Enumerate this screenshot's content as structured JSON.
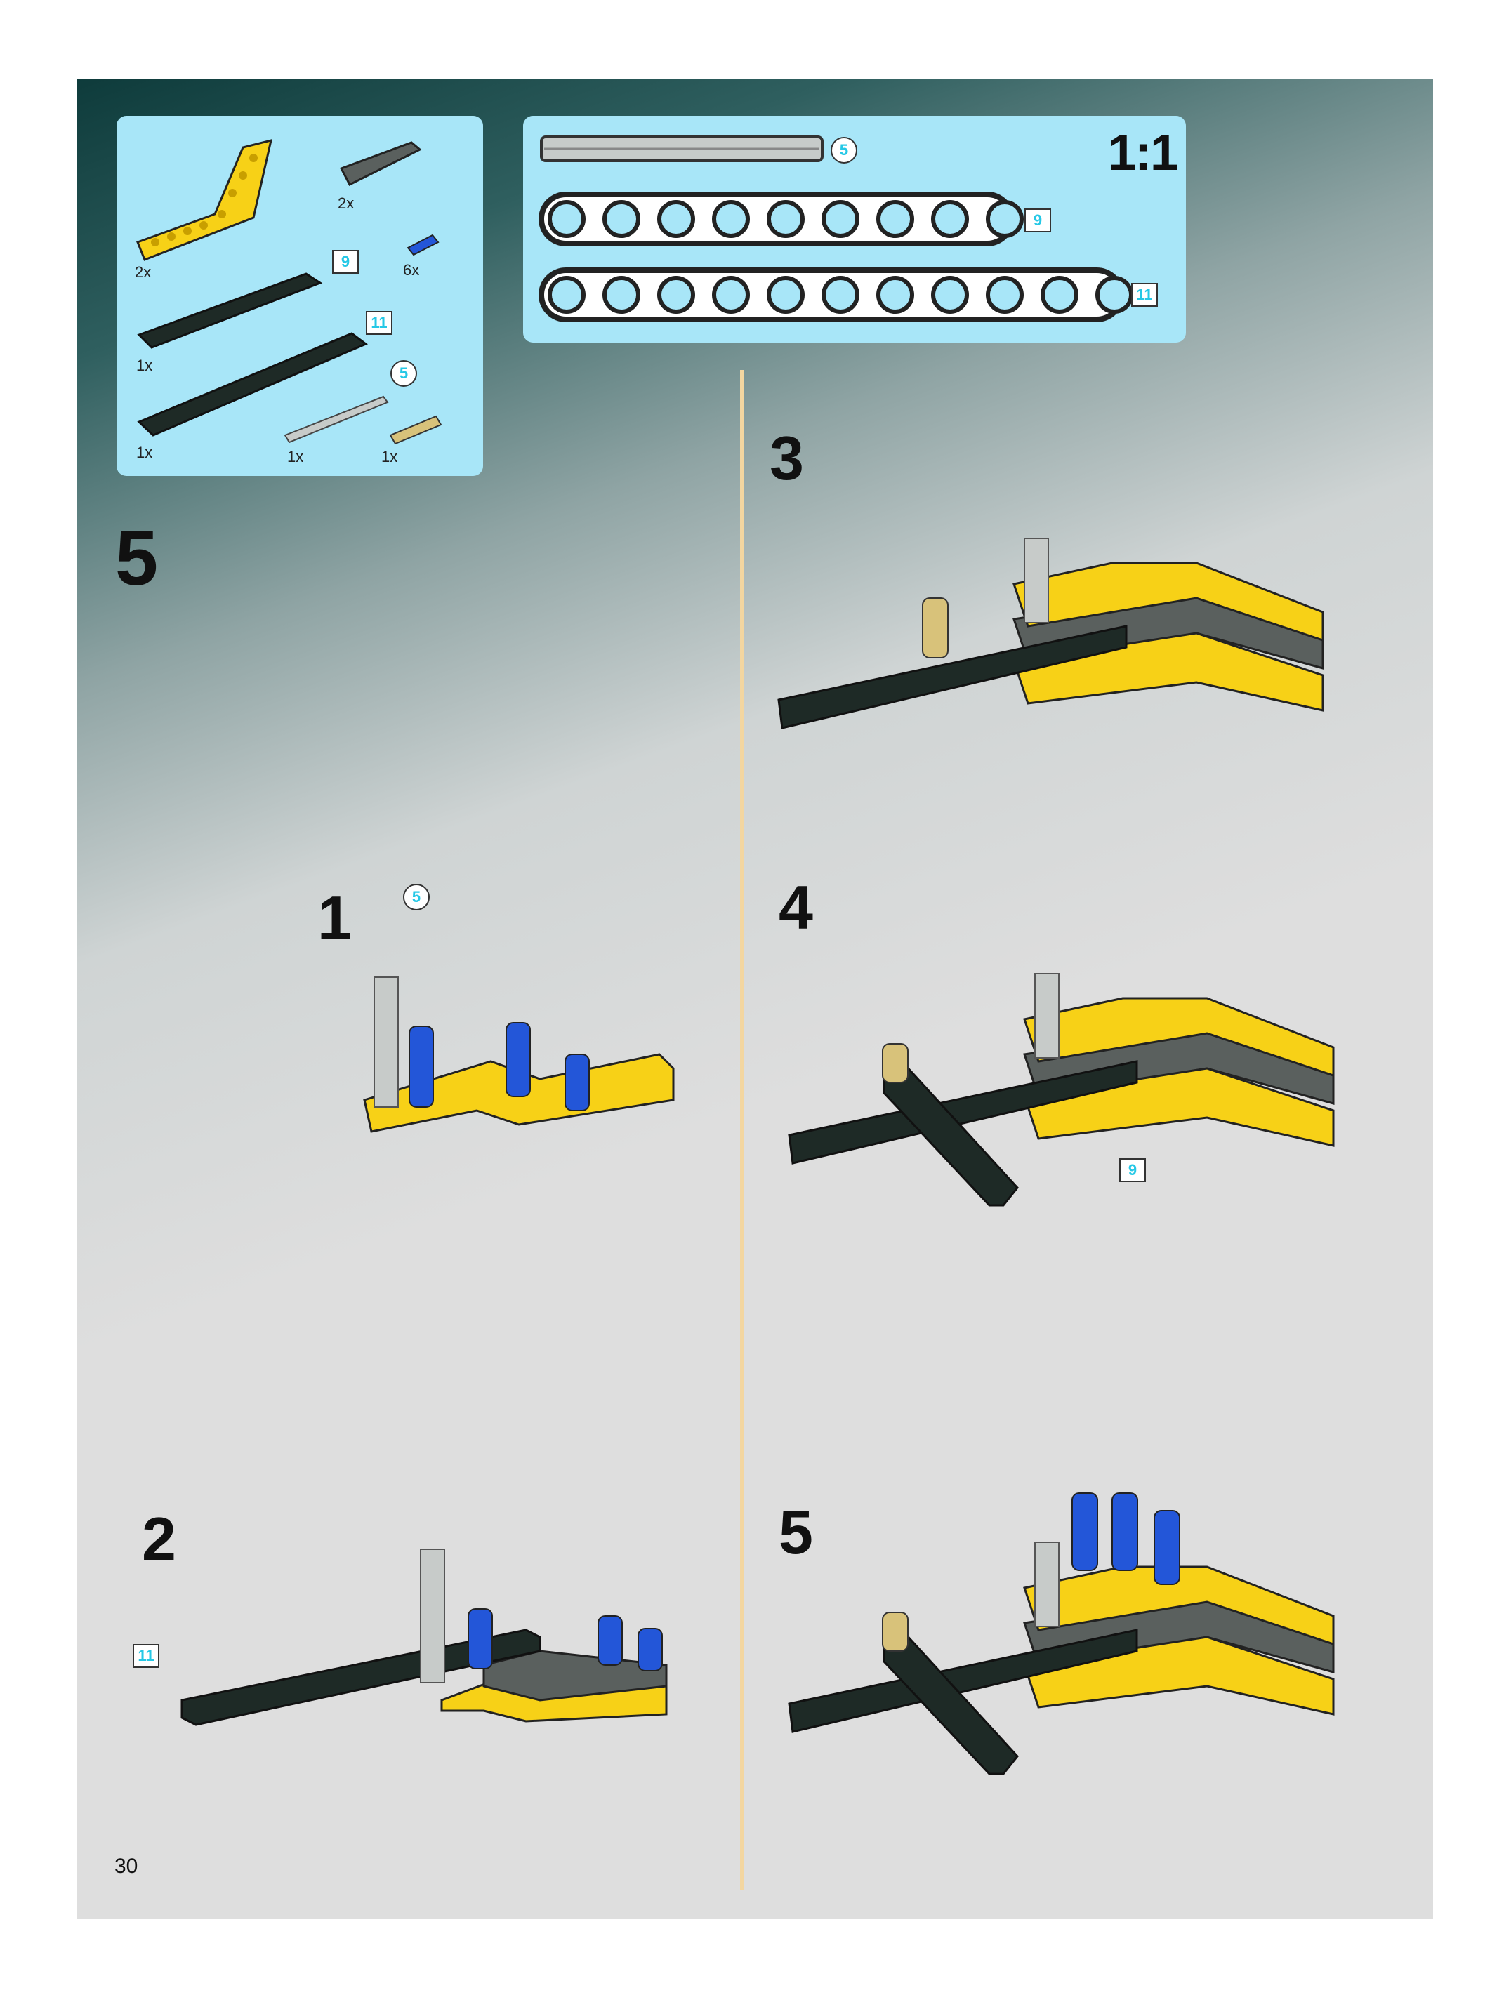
{
  "page_number": "30",
  "step_number": "5",
  "scale_label": "1:1",
  "parts_list": {
    "items": [
      {
        "name": "yellow-bent-liftarm",
        "qty": "2x"
      },
      {
        "name": "dark-gray-liftarm",
        "qty": "2x"
      },
      {
        "name": "blue-connector-pin",
        "qty": "6x"
      },
      {
        "name": "black-liftarm-9",
        "qty": "1x",
        "length": "9"
      },
      {
        "name": "black-liftarm-11",
        "qty": "1x",
        "length": "11"
      },
      {
        "name": "axle-5",
        "qty": "1x",
        "length": "5"
      },
      {
        "name": "tan-axle-pin",
        "qty": "1x"
      }
    ]
  },
  "ruler": {
    "axle_length": "5",
    "beam_short_length": "9",
    "beam_long_length": "11"
  },
  "substeps": [
    {
      "number": "1",
      "callout": "5"
    },
    {
      "number": "2",
      "callout": "11"
    },
    {
      "number": "3"
    },
    {
      "number": "4",
      "callout": "9"
    },
    {
      "number": "5"
    }
  ],
  "colors": {
    "panel": "#a8e6f8",
    "yellow": "#f7d117",
    "black_beam": "#1e2a26",
    "dark_gray": "#5a605e",
    "blue": "#2356d8",
    "tan": "#d8c27a",
    "light_gray": "#c7cbc9",
    "callout_text": "#25c8e6"
  }
}
